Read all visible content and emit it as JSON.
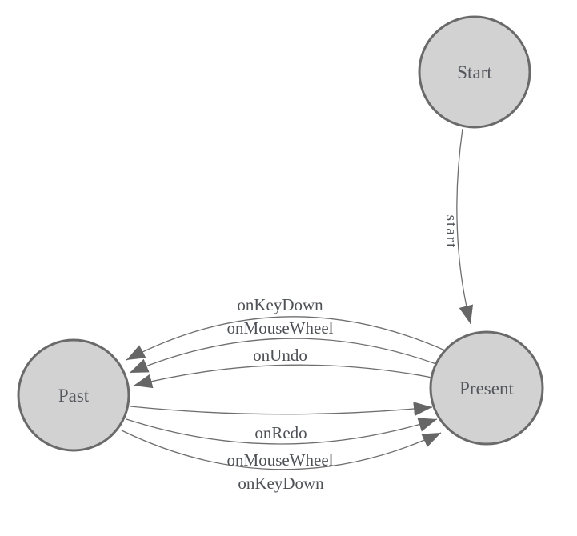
{
  "diagram": {
    "kind": "state-machine-diagram",
    "colors": {
      "background": "#ffffff",
      "node_fill": "#d2d2d2",
      "node_stroke": "#6a6a6a",
      "edge_stroke": "#6e6e6e",
      "arrow_fill": "#666666",
      "label_text": "#4e5156"
    },
    "nodes": [
      {
        "id": "start",
        "label": "Start"
      },
      {
        "id": "past",
        "label": "Past"
      },
      {
        "id": "present",
        "label": "Present"
      }
    ],
    "edges": [
      {
        "id": "start-to-present",
        "from": "start",
        "to": "present",
        "label": "start"
      },
      {
        "id": "present-to-past-keydown",
        "from": "present",
        "to": "past",
        "label": "onKeyDown"
      },
      {
        "id": "present-to-past-mousewheel",
        "from": "present",
        "to": "past",
        "label": "onMouseWheel"
      },
      {
        "id": "present-to-past-undo",
        "from": "present",
        "to": "past",
        "label": "onUndo"
      },
      {
        "id": "past-to-present-redo",
        "from": "past",
        "to": "present",
        "label": "onRedo"
      },
      {
        "id": "past-to-present-mousewheel",
        "from": "past",
        "to": "present",
        "label": "onMouseWheel"
      },
      {
        "id": "past-to-present-keydown",
        "from": "past",
        "to": "present",
        "label": "onKeyDown"
      }
    ]
  }
}
